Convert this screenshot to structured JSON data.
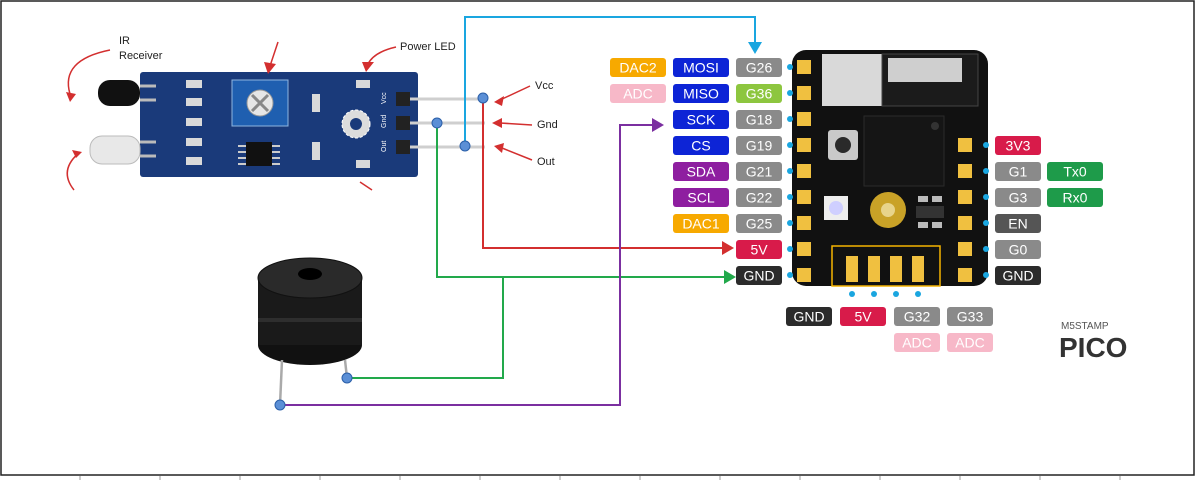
{
  "sensor": {
    "labels": {
      "ir_receiver_1": "IR",
      "ir_receiver_2": "Receiver",
      "power_led": "Power LED",
      "vcc": "Vcc",
      "gnd": "Gnd",
      "out": "Out",
      "silk_vcc": "Vcc",
      "silk_gnd": "Gnd",
      "silk_out": "Out"
    }
  },
  "board": {
    "brand_top": "M5STAMP",
    "brand_bottom": "PICO"
  },
  "pins": {
    "left": [
      {
        "alt1": "DAC2",
        "alt1_color": "#f7a900",
        "alt2": "MOSI",
        "alt2_color": "#0d24d6",
        "name": "G26",
        "name_color": "#8a8a8a"
      },
      {
        "alt1": "ADC",
        "alt1_color": "#f7b8c8",
        "alt2": "MISO",
        "alt2_color": "#0d24d6",
        "name": "G36",
        "name_color": "#8dc63f"
      },
      {
        "alt1": "",
        "alt1_color": "",
        "alt2": "SCK",
        "alt2_color": "#0d24d6",
        "name": "G18",
        "name_color": "#8a8a8a"
      },
      {
        "alt1": "",
        "alt1_color": "",
        "alt2": "CS",
        "alt2_color": "#0d24d6",
        "name": "G19",
        "name_color": "#8a8a8a"
      },
      {
        "alt1": "",
        "alt1_color": "",
        "alt2": "SDA",
        "alt2_color": "#8e1ea0",
        "name": "G21",
        "name_color": "#8a8a8a"
      },
      {
        "alt1": "",
        "alt1_color": "",
        "alt2": "SCL",
        "alt2_color": "#8e1ea0",
        "name": "G22",
        "name_color": "#8a8a8a"
      },
      {
        "alt1": "",
        "alt1_color": "",
        "alt2": "DAC1",
        "alt2_color": "#f7a900",
        "name": "G25",
        "name_color": "#8a8a8a"
      },
      {
        "alt1": "",
        "alt1_color": "",
        "alt2": "",
        "alt2_color": "",
        "name": "5V",
        "name_color": "#d81b4a"
      },
      {
        "alt1": "",
        "alt1_color": "",
        "alt2": "",
        "alt2_color": "",
        "name": "GND",
        "name_color": "#2b2b2b"
      }
    ],
    "right": [
      {
        "name": "3V3",
        "name_color": "#d81b4a",
        "alt": "",
        "alt_color": ""
      },
      {
        "name": "G1",
        "name_color": "#8a8a8a",
        "alt": "Tx0",
        "alt_color": "#1e9b4a"
      },
      {
        "name": "G3",
        "name_color": "#8a8a8a",
        "alt": "Rx0",
        "alt_color": "#1e9b4a"
      },
      {
        "name": "EN",
        "name_color": "#555555",
        "alt": "",
        "alt_color": ""
      },
      {
        "name": "G0",
        "name_color": "#8a8a8a",
        "alt": "",
        "alt_color": ""
      },
      {
        "name": "GND",
        "name_color": "#2b2b2b",
        "alt": "",
        "alt_color": ""
      }
    ],
    "bottom": [
      {
        "name": "GND",
        "name_color": "#2b2b2b",
        "alt": "",
        "alt_color": ""
      },
      {
        "name": "5V",
        "name_color": "#d81b4a",
        "alt": "",
        "alt_color": ""
      },
      {
        "name": "G32",
        "name_color": "#8a8a8a",
        "alt": "ADC",
        "alt_color": "#f7b8c8"
      },
      {
        "name": "G33",
        "name_color": "#8a8a8a",
        "alt": "ADC",
        "alt_color": "#f7b8c8"
      }
    ]
  },
  "wires": {
    "out_color": "#1aa6e0",
    "vcc_color": "#d32f2f",
    "gnd_color": "#22a94b",
    "buzzer_color": "#7b2fa0"
  }
}
